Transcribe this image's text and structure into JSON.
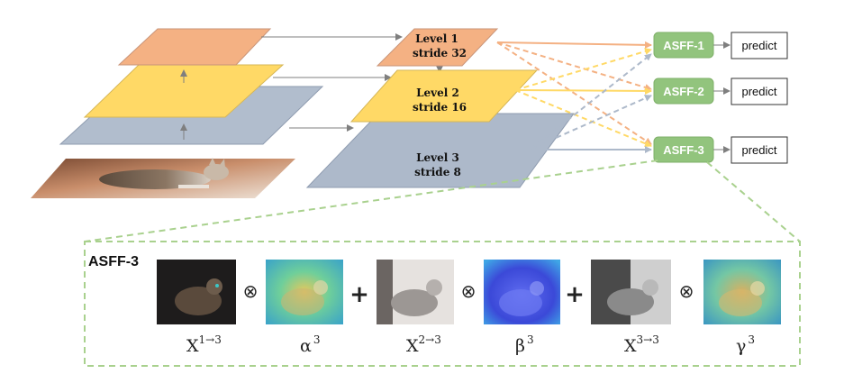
{
  "colors": {
    "orange": "#f4b183",
    "orange_edge": "#c9957a",
    "yellow": "#ffd966",
    "yellow_edge": "#d6b656",
    "blue_gray": "#adb9ca",
    "blue_gray_edge": "#8f9cb0",
    "asff_green": "#92c47d",
    "dashed_green": "#a9d18e",
    "arrow_gray": "#7f7f7f"
  },
  "levels": [
    {
      "line1": "Level 1",
      "line2": "stride 32"
    },
    {
      "line1": "Level 2",
      "line2": "stride 16"
    },
    {
      "line1": "Level 3",
      "line2": "stride 8"
    }
  ],
  "asff": [
    {
      "label": "ASFF-1",
      "output": "predict"
    },
    {
      "label": "ASFF-2",
      "output": "predict"
    },
    {
      "label": "ASFF-3",
      "output": "predict"
    }
  ],
  "detail": {
    "title": "ASFF-3",
    "otimes": "⊗",
    "plus": "+",
    "terms": [
      {
        "base": "X",
        "sup": "1→3"
      },
      {
        "base": "α",
        "sup": "3"
      },
      {
        "base": "X",
        "sup": "2→3"
      },
      {
        "base": "β",
        "sup": "3"
      },
      {
        "base": "X",
        "sup": "3→3"
      },
      {
        "base": "γ",
        "sup": "3"
      }
    ]
  }
}
